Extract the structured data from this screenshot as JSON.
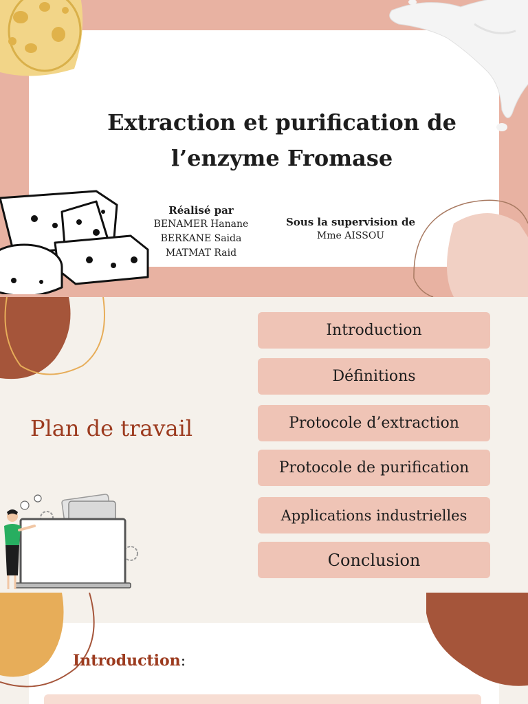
{
  "slide1": {
    "title_line1": "Extraction et purification de",
    "title_line2": "l’enzyme  Fromase",
    "authors_heading": "Réalisé par",
    "authors": [
      "BENAMER Hanane",
      "BERKANE Saida",
      "MATMAT Raid"
    ],
    "supervision_heading": "Sous la supervision de",
    "supervisor": "Mme AISSOU"
  },
  "slide2": {
    "plan_title": "Plan de travail",
    "menu": [
      "Introduction",
      "Définitions",
      "Protocole d’extraction",
      "Protocole de purification",
      "Applications industrielles",
      "Conclusion"
    ]
  },
  "slide3": {
    "intro_title": "Introduction",
    "intro_colon": ":"
  },
  "colors": {
    "salmon": "#e8b2a2",
    "rust": "#9c3b1f",
    "button": "#efc4b6",
    "mustard": "#e7ad59",
    "brown": "#a5553a"
  }
}
